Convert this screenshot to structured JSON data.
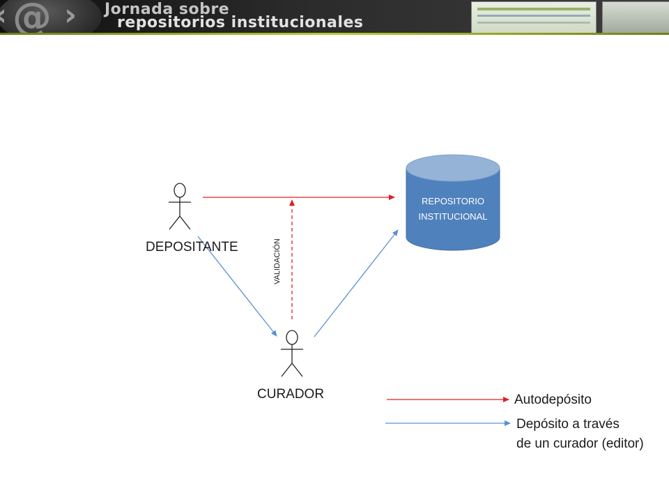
{
  "banner": {
    "title_line_1": "Jornada sobre",
    "title_line_2": "repositorios institucionales",
    "logo_icon": "at-sign-icon"
  },
  "diagram": {
    "nodes": {
      "depositante": "DEPOSITANTE",
      "curador": "CURADOR",
      "repositorio_line_1": "REPOSITORIO",
      "repositorio_line_2": "INSTITUCIONAL"
    },
    "edge_labels": {
      "validacion": "VALIDACIÓN"
    },
    "colors": {
      "red_arrow": "#e02020",
      "blue_arrow": "#5b8fd0",
      "cylinder_body": "#4f81bd",
      "cylinder_top": "#95b3d7"
    }
  },
  "legend": {
    "autodeposito": "Autodepósito",
    "via_curador_line_1": "Depósito a través",
    "via_curador_line_2": "de un curador (editor)"
  }
}
